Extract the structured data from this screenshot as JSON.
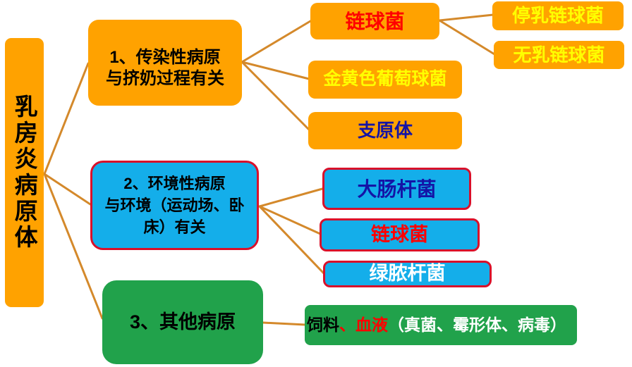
{
  "diagram_title": "乳房炎病原体",
  "nodes": {
    "root": "乳房炎病原体",
    "branch1": {
      "line1": "1、传染性病原",
      "line2": "与挤奶过程有关"
    },
    "strep": "链球菌",
    "strep_dys": "停乳链球菌",
    "strep_aga": "无乳链球菌",
    "staph": "金黄色葡萄球菌",
    "myco": "支原体",
    "branch2": {
      "line1": "2、环境性病原",
      "line2": "与环境（运动场、卧",
      "line3": "床）有关"
    },
    "ecoli": "大肠杆菌",
    "strep2": "链球菌",
    "pseudomonas": "绿脓杆菌",
    "branch3": "3、其他病原",
    "other": {
      "seg1": "饲料",
      "seg2": "、血液",
      "seg3": "（真菌、霉形体、病毒）"
    }
  },
  "colors": {
    "orange_fill": "#FFA200",
    "blue_fill": "#14AEEA",
    "green_fill": "#21A24B",
    "red_border": "#D9102A",
    "connector_line": "#D4892B",
    "text_black": "#000000",
    "text_red": "#FF0000",
    "text_yellow": "#FFFF00",
    "text_navy": "#1414A6",
    "text_white": "#FFFFFF"
  }
}
